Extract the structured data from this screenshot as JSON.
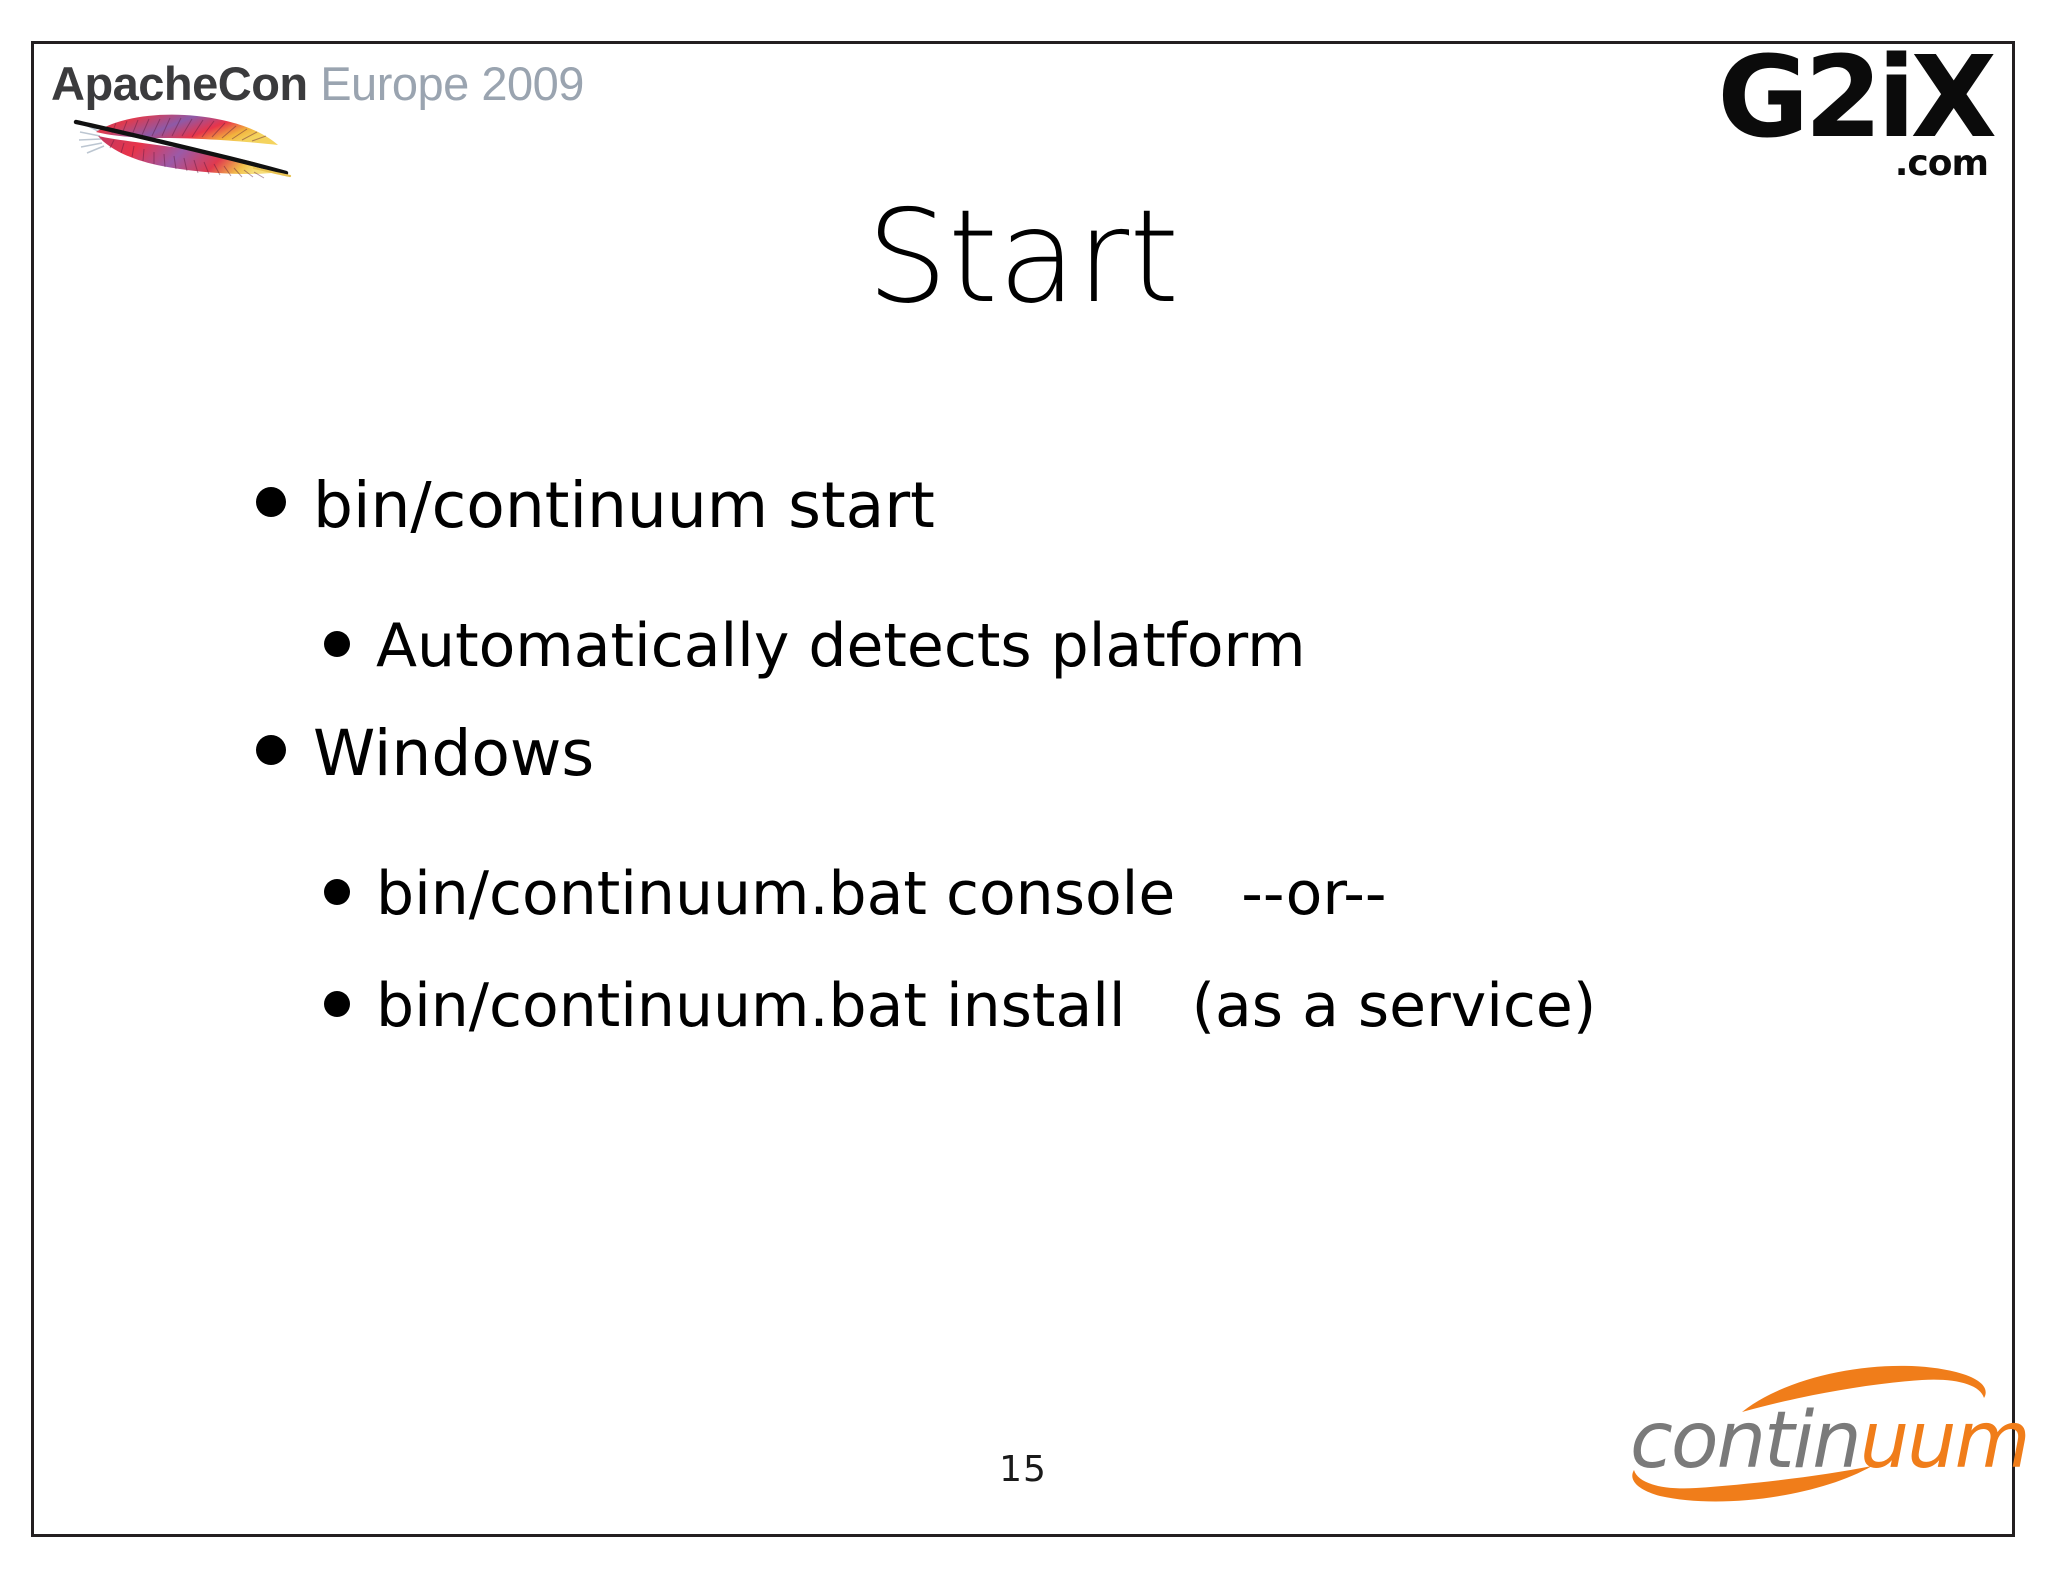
{
  "header": {
    "apachecon": {
      "brand": "ApacheCon",
      "edition": "Europe 2009",
      "feather_icon": "apache-feather-icon"
    },
    "g2ix": {
      "mark": "G2iX",
      "tld": ".com"
    }
  },
  "title": "Start",
  "bullets": [
    {
      "level": 1,
      "text": "bin/continuum start",
      "trailing": ""
    },
    {
      "level": 2,
      "text": "Automatically detects platform",
      "trailing": ""
    },
    {
      "level": 1,
      "text": "Windows",
      "trailing": ""
    },
    {
      "level": 2,
      "text": "bin/continuum.bat console",
      "trailing": "--or--"
    },
    {
      "level": 2,
      "text": "bin/continuum.bat install",
      "trailing": "(as a service)"
    }
  ],
  "footer": {
    "page_number": "15",
    "continuum": {
      "part1": "contin",
      "part2": "uum"
    }
  },
  "colors": {
    "slide_border": "#231f20",
    "title_text": "#000000",
    "body_text": "#000000",
    "apachecon_brand": "#3b3b3d",
    "apachecon_edition": "#9aa4b0",
    "continuum_gray": "#7a7a7a",
    "continuum_orange": "#f07d1a",
    "feather_red": "#e8344a",
    "feather_purple": "#8d5aa8",
    "feather_yellow": "#f4d35e"
  }
}
